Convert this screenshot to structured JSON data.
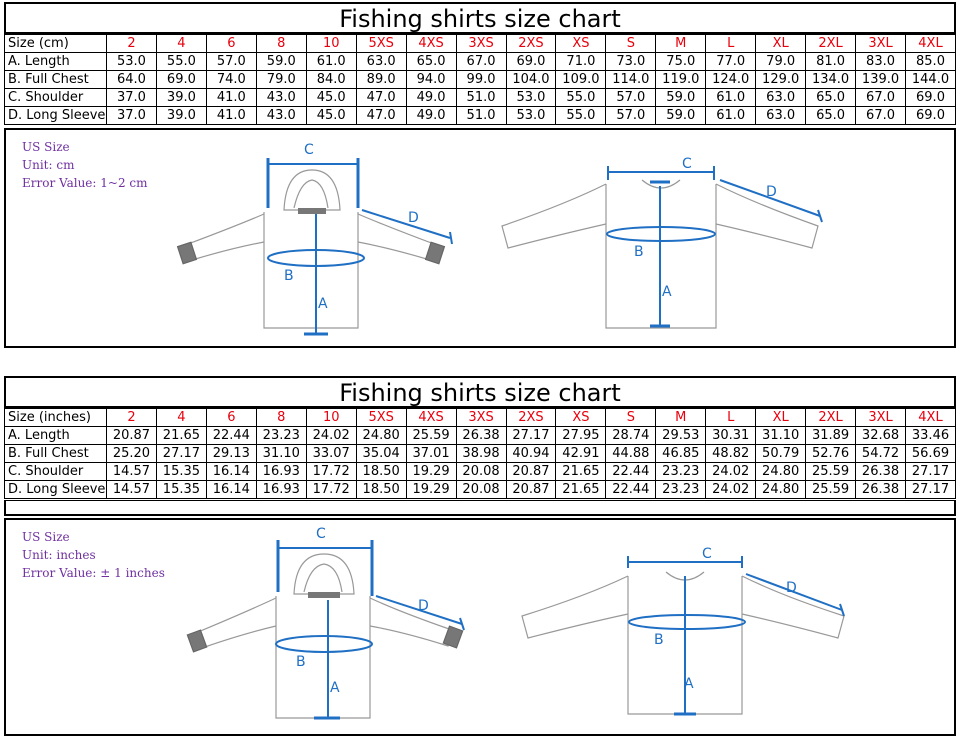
{
  "colors": {
    "size_header": "#e8000d",
    "note_text": "#7030a0",
    "measure_line": "#1f6fc4",
    "garment_outline": "#888888",
    "border": "#000000"
  },
  "cm": {
    "title": "Fishing shirts size chart",
    "header_label": "Size (cm)",
    "sizes": [
      "2",
      "4",
      "6",
      "8",
      "10",
      "5XS",
      "4XS",
      "3XS",
      "2XS",
      "XS",
      "S",
      "M",
      "L",
      "XL",
      "2XL",
      "3XL",
      "4XL"
    ],
    "rows": [
      {
        "label": "A. Length",
        "values": [
          "53.0",
          "55.0",
          "57.0",
          "59.0",
          "61.0",
          "63.0",
          "65.0",
          "67.0",
          "69.0",
          "71.0",
          "73.0",
          "75.0",
          "77.0",
          "79.0",
          "81.0",
          "83.0",
          "85.0"
        ]
      },
      {
        "label": "B. Full Chest",
        "values": [
          "64.0",
          "69.0",
          "74.0",
          "79.0",
          "84.0",
          "89.0",
          "94.0",
          "99.0",
          "104.0",
          "109.0",
          "114.0",
          "119.0",
          "124.0",
          "129.0",
          "134.0",
          "139.0",
          "144.0"
        ]
      },
      {
        "label": "C. Shoulder",
        "values": [
          "37.0",
          "39.0",
          "41.0",
          "43.0",
          "45.0",
          "47.0",
          "49.0",
          "51.0",
          "53.0",
          "55.0",
          "57.0",
          "59.0",
          "61.0",
          "63.0",
          "65.0",
          "67.0",
          "69.0"
        ]
      },
      {
        "label": "D. Long Sleeve",
        "values": [
          "37.0",
          "39.0",
          "41.0",
          "43.0",
          "45.0",
          "47.0",
          "49.0",
          "51.0",
          "53.0",
          "55.0",
          "57.0",
          "59.0",
          "61.0",
          "63.0",
          "65.0",
          "67.0",
          "69.0"
        ]
      }
    ],
    "notes": [
      "US Size",
      "Unit: cm",
      "Error Value: 1~2 cm"
    ]
  },
  "inches": {
    "title": "Fishing shirts size chart",
    "header_label": "Size (inches)",
    "sizes": [
      "2",
      "4",
      "6",
      "8",
      "10",
      "5XS",
      "4XS",
      "3XS",
      "2XS",
      "XS",
      "S",
      "M",
      "L",
      "XL",
      "2XL",
      "3XL",
      "4XL"
    ],
    "rows": [
      {
        "label": "A. Length",
        "values": [
          "20.87",
          "21.65",
          "22.44",
          "23.23",
          "24.02",
          "24.80",
          "25.59",
          "26.38",
          "27.17",
          "27.95",
          "28.74",
          "29.53",
          "30.31",
          "31.10",
          "31.89",
          "32.68",
          "33.46"
        ]
      },
      {
        "label": "B. Full Chest",
        "values": [
          "25.20",
          "27.17",
          "29.13",
          "31.10",
          "33.07",
          "35.04",
          "37.01",
          "38.98",
          "40.94",
          "42.91",
          "44.88",
          "46.85",
          "48.82",
          "50.79",
          "52.76",
          "54.72",
          "56.69"
        ]
      },
      {
        "label": "C. Shoulder",
        "values": [
          "14.57",
          "15.35",
          "16.14",
          "16.93",
          "17.72",
          "18.50",
          "19.29",
          "20.08",
          "20.87",
          "21.65",
          "22.44",
          "23.23",
          "24.02",
          "24.80",
          "25.59",
          "26.38",
          "27.17"
        ]
      },
      {
        "label": "D. Long Sleeve",
        "values": [
          "14.57",
          "15.35",
          "16.14",
          "16.93",
          "17.72",
          "18.50",
          "19.29",
          "20.08",
          "20.87",
          "21.65",
          "22.44",
          "23.23",
          "24.02",
          "24.80",
          "25.59",
          "26.38",
          "27.17"
        ]
      }
    ],
    "notes": [
      "US Size",
      "Unit: inches",
      "Error Value: ± 1 inches"
    ]
  },
  "diagram_labels": {
    "a": "A",
    "b": "B",
    "c": "C",
    "d": "D"
  }
}
